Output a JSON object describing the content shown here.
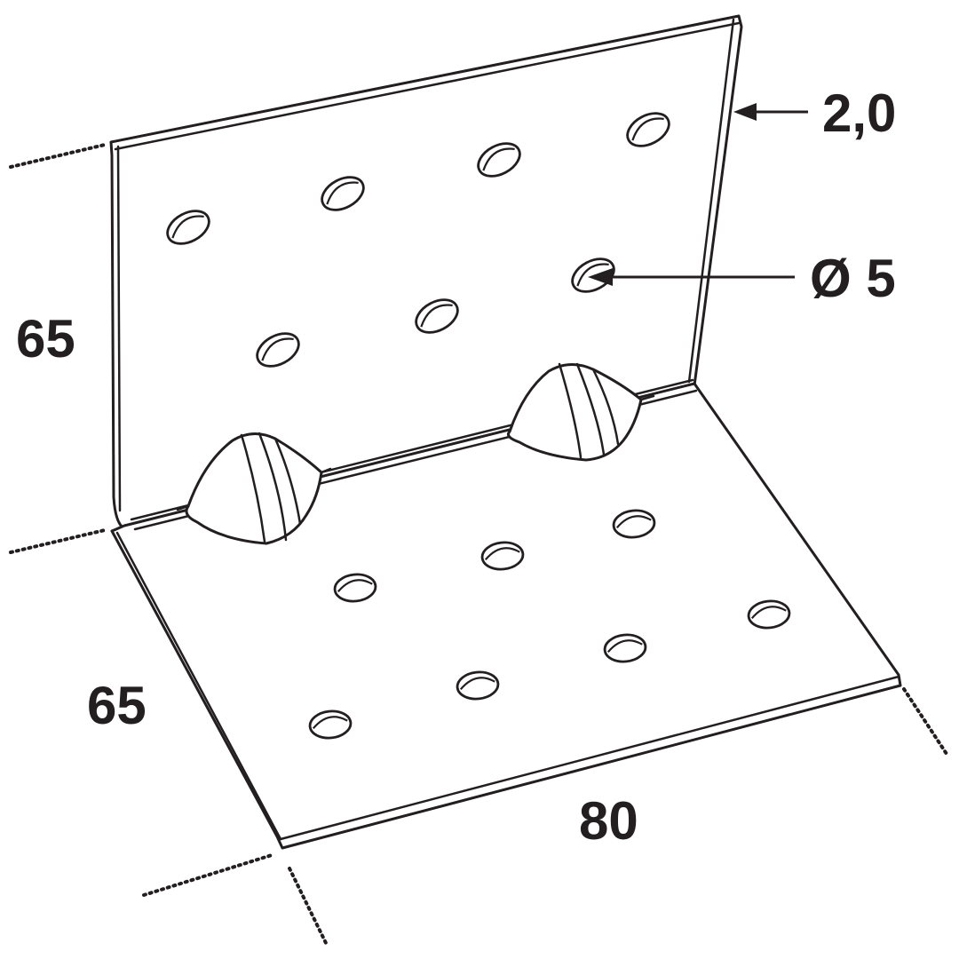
{
  "drawing": {
    "subject": "angle-bracket-with-ribs",
    "line_color": "#231f20",
    "background_color": "#ffffff"
  },
  "dimensions": {
    "vertical_leg_height": "65",
    "horizontal_leg_depth": "65",
    "width": "80",
    "thickness": "2,0",
    "hole_diameter": "Ø 5"
  }
}
